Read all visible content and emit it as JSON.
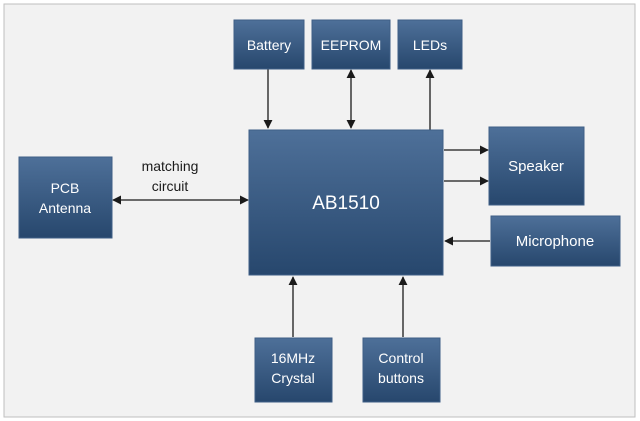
{
  "colors": {
    "frame_fill": "#f2f2f2",
    "frame_border": "#bfbfbf",
    "block_fill_top": "#4e7099",
    "block_fill_bottom": "#27476d",
    "arrow": "#1a1a1a"
  },
  "blocks": {
    "battery": "Battery",
    "eeprom": "EEPROM",
    "leds": "LEDs",
    "main_chip": "AB1510",
    "pcb_antenna_line1": "PCB",
    "pcb_antenna_line2": "Antenna",
    "speaker": "Speaker",
    "microphone": "Microphone",
    "crystal_line1": "16MHz",
    "crystal_line2": "Crystal",
    "control_line1": "Control",
    "control_line2": "buttons"
  },
  "labels": {
    "matching_line1": "matching",
    "matching_line2": "circuit"
  }
}
